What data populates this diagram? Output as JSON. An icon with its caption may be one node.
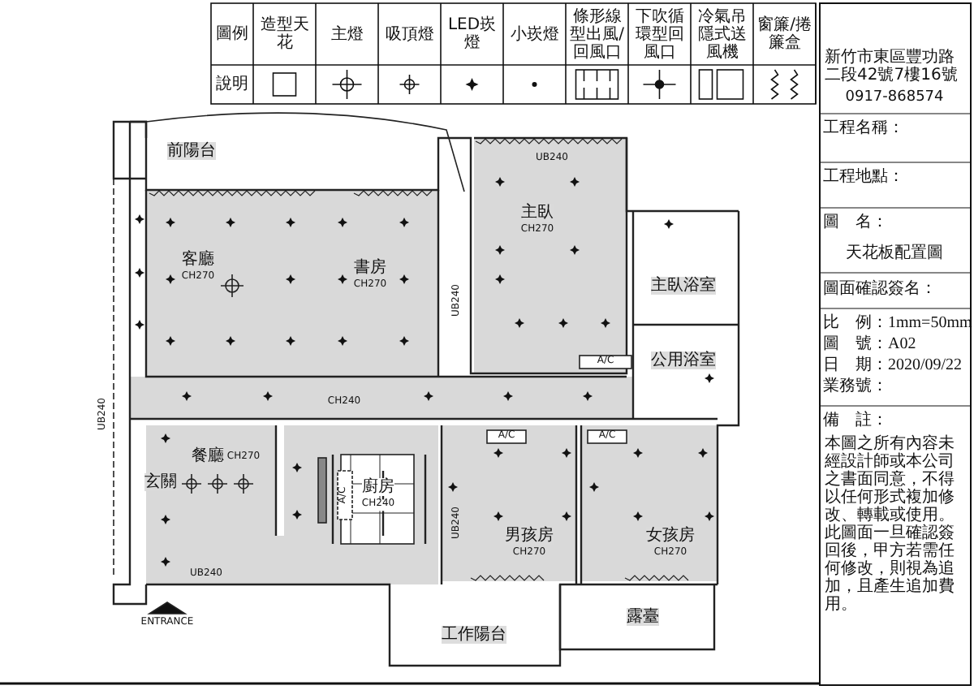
{
  "diagram": {
    "labels": [
      "圖例",
      "說明",
      "新竹市東區豐功路二段42號7樓16號",
      "0917-868574",
      "工程名稱：",
      "工程地點：",
      "圖　名：",
      "天花板配置圖",
      "圖面確認簽名：",
      "比　例：1mm=50mm",
      "圖　號：A02",
      "日　期：2020/09/22",
      "業務號：",
      "備　註：",
      "本圖之所有內容未經設計師或本公司之書面同意，不得以任何形式複加修改、轉載或使用。此圖面一旦確認簽回後，甲方若需任何修改，則視為追加，且產生追加費用。",
      "前陽台",
      "UB240",
      "客廳",
      "CH270",
      "書房",
      "CH270",
      "UB240",
      "主臥",
      "CH270",
      "主臥浴室",
      "A/C",
      "UB240",
      "CH240",
      "公用浴室",
      "A/C",
      "A/C",
      "玄關",
      "餐廳",
      "CH270",
      "A/C",
      "廚房",
      "CH240",
      "UB240",
      "男孩房",
      "CH270",
      "女孩房",
      "CH270",
      "UB240",
      "ENTRANCE",
      "工作陽台",
      "露臺"
    ],
    "legend": [
      {
        "text": "造型天花"
      },
      {
        "text": "主燈"
      },
      {
        "text": "吸頂燈"
      },
      {
        "text": "LED崁燈"
      },
      {
        "text": "小崁燈"
      },
      {
        "text": "條形線型出風/回風口"
      },
      {
        "text": "下吹循環型回風口"
      },
      {
        "text": "冷氣吊隱式送風機"
      },
      {
        "text": "窗簾/捲簾盒"
      }
    ]
  }
}
